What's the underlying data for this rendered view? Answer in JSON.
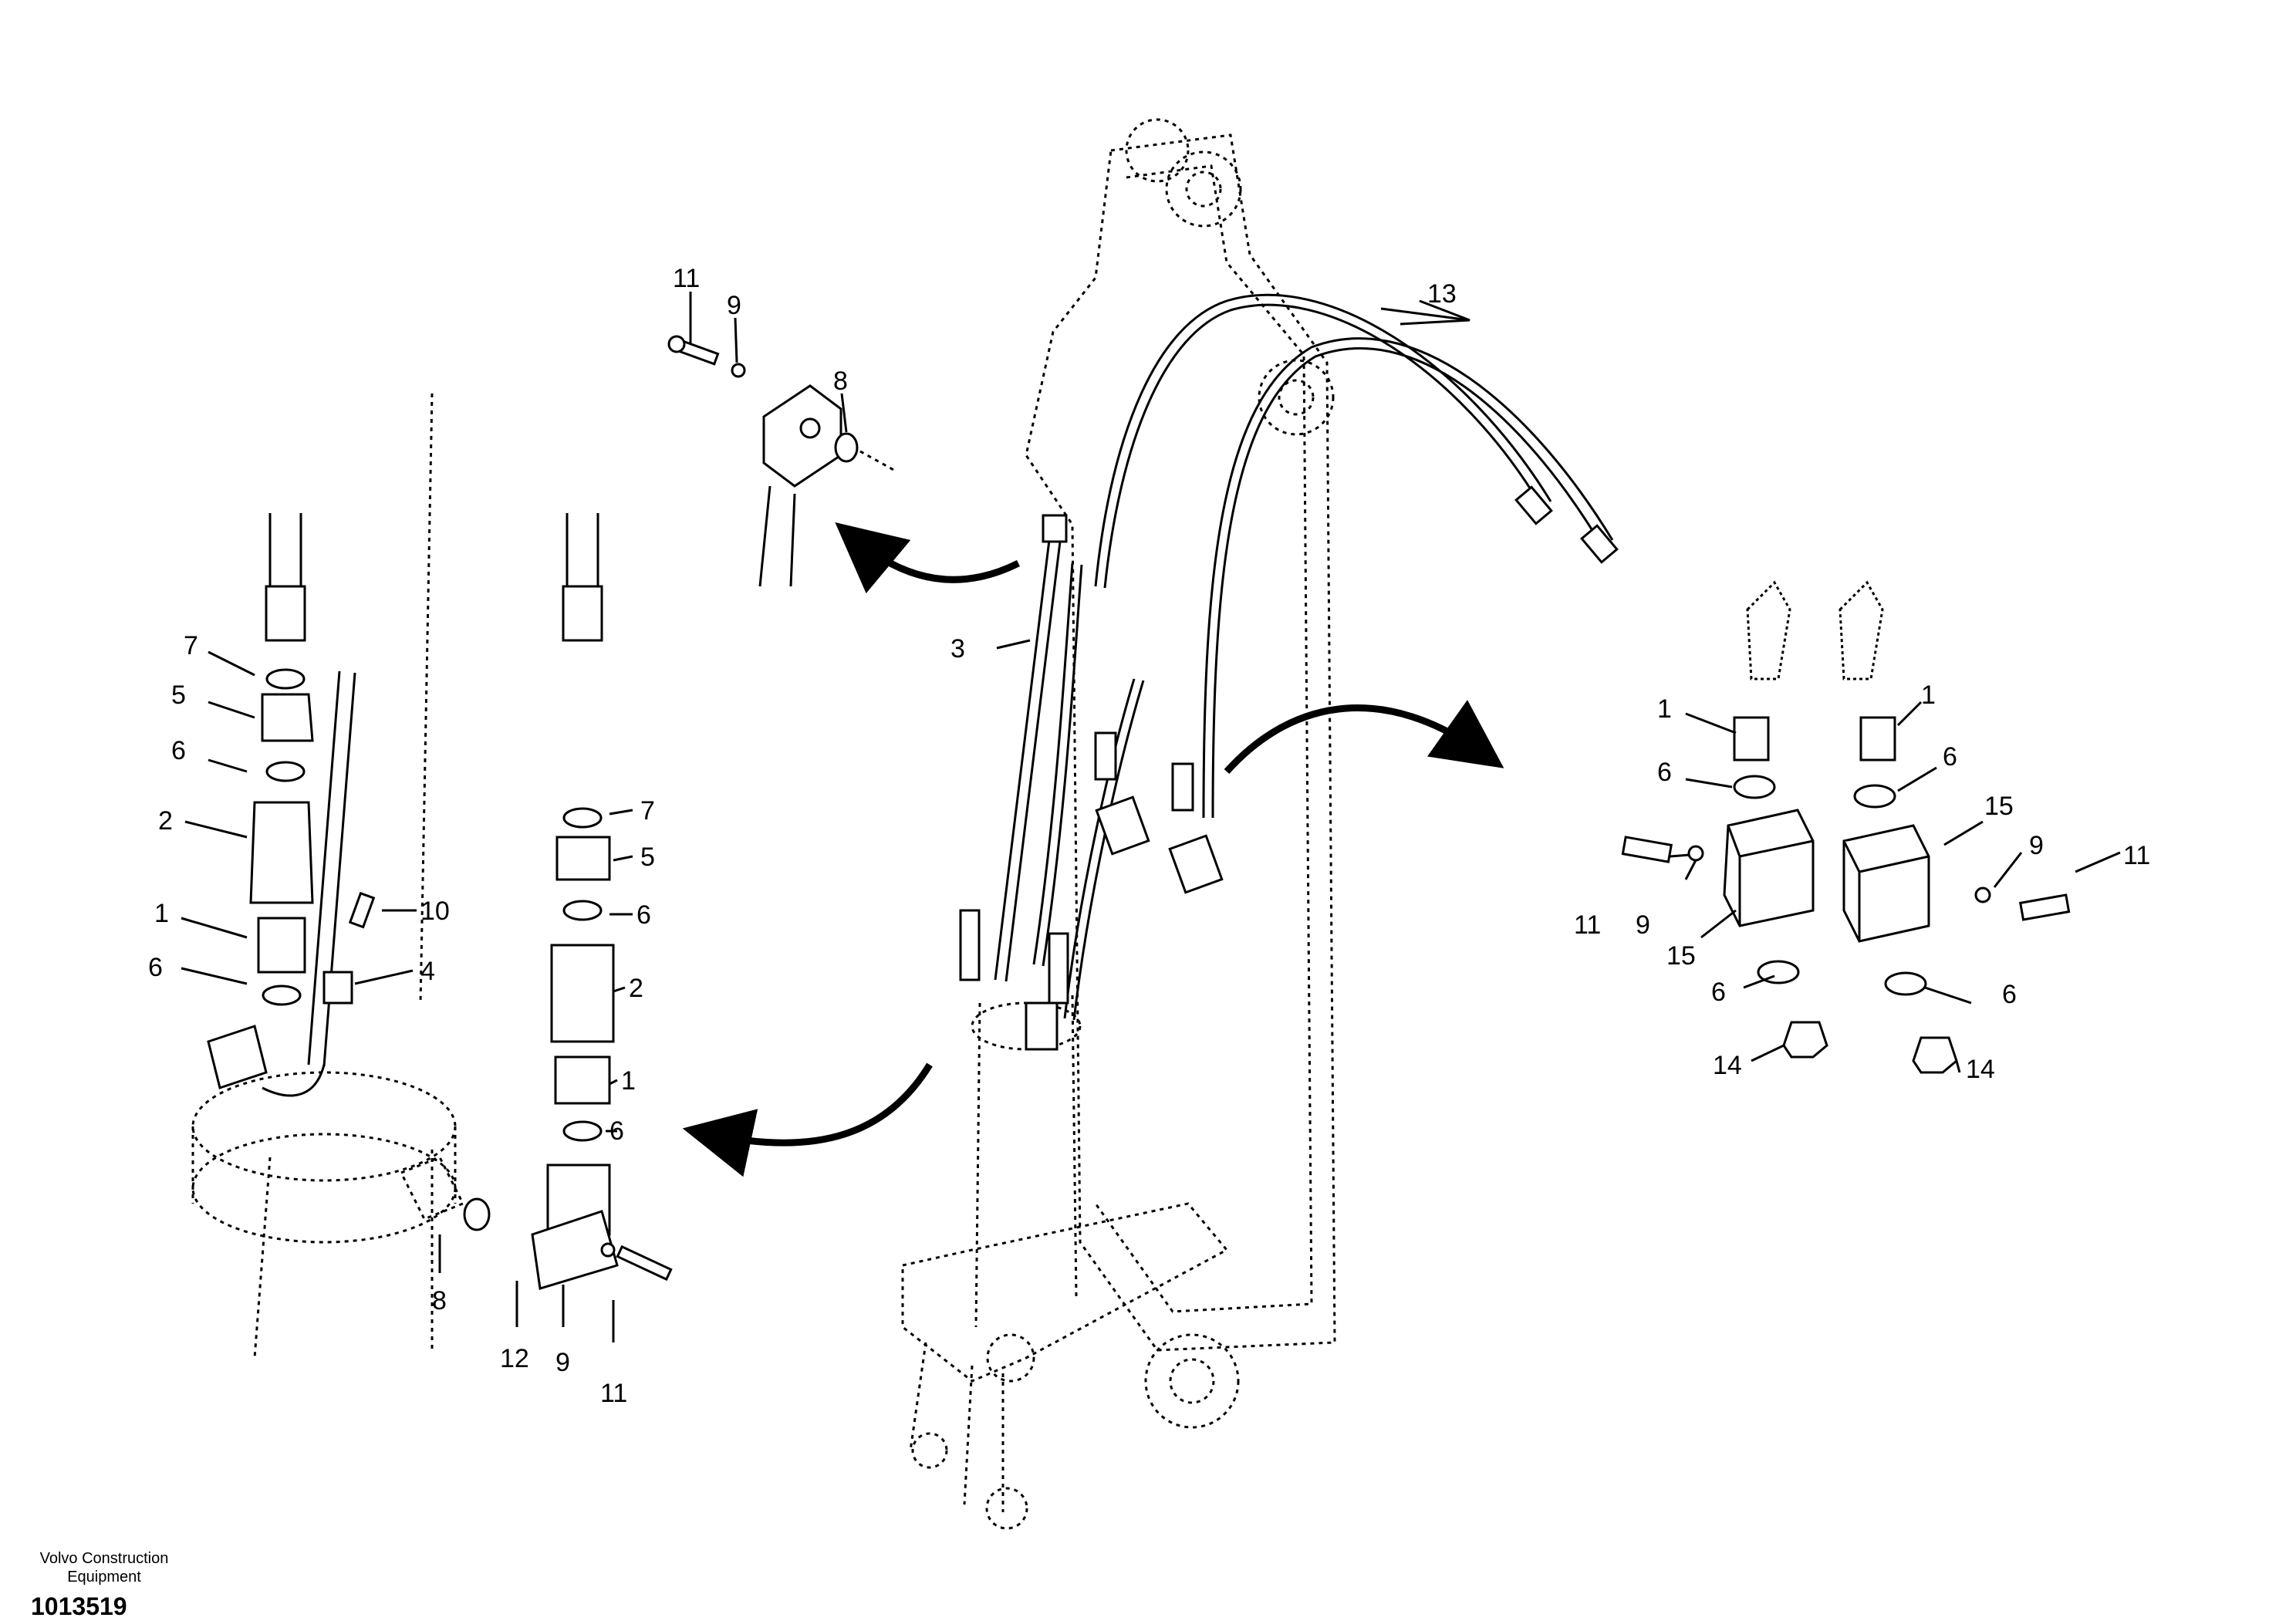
{
  "footer": {
    "company_line_1": "Volvo Construction",
    "company_line_2": "Equipment",
    "document_number": "1013519"
  },
  "callouts": {
    "c1_a": "1",
    "c1_b": "1",
    "c1_c": "1",
    "c1_d": "1",
    "c2_a": "2",
    "c2_b": "2",
    "c3": "3",
    "c4": "4",
    "c5_a": "5",
    "c5_b": "5",
    "c6_a": "6",
    "c6_b": "6",
    "c6_c": "6",
    "c6_d": "6",
    "c6_e": "6",
    "c6_f": "6",
    "c6_g": "6",
    "c6_h": "6",
    "c7_a": "7",
    "c7_b": "7",
    "c8_a": "8",
    "c8_b": "8",
    "c9_a": "9",
    "c9_b": "9",
    "c9_c": "9",
    "c9_d": "9",
    "c10": "10",
    "c11_a": "11",
    "c11_b": "11",
    "c11_c": "11",
    "c11_d": "11",
    "c12": "12",
    "c13": "13",
    "c14_a": "14",
    "c14_b": "14",
    "c15_a": "15",
    "c15_b": "15"
  }
}
